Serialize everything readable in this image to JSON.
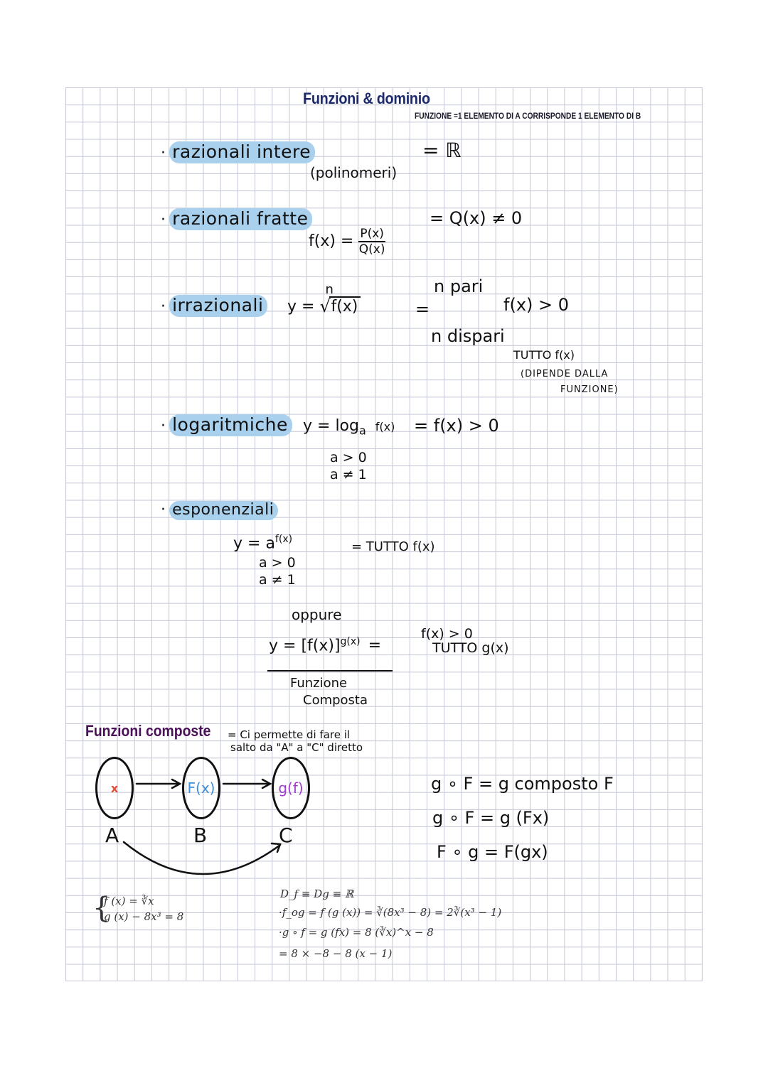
{
  "header": {
    "title": "Funzioni & dominio",
    "definition": "FUNZIONE =1 ELEMENTO DI A CORRISPONDE 1 ELEMENTO DI B"
  },
  "colors": {
    "highlight": "#a9d1ee",
    "title": "#1c2a6b",
    "composite_title": "#4a1058",
    "x_red": "#e0503a",
    "fx_blue": "#3a8ee0",
    "gf_purple": "#a23ad0",
    "grid": "#c4c7d6"
  },
  "sections": {
    "razionali_intere": {
      "label": "razionali intere",
      "note": "(polinomeri)",
      "domain": "= ℝ"
    },
    "razionali_fratte": {
      "label": "razionali fratte",
      "formula_lhs": "f(x) =",
      "numerator": "P(x)",
      "denominator": "Q(x)",
      "domain": "= Q(x) ≠ 0"
    },
    "irrazionali": {
      "label": "irrazionali",
      "formula_lhs": "y =",
      "root_index": "n",
      "radicand": "f(x)",
      "equals": "=",
      "case_even": "n pari",
      "case_even_cond": "f(x) > 0",
      "case_odd": "n dispari",
      "case_odd_cond": "TUTTO f(x)",
      "case_odd_note_1": "(DIPENDE DALLA",
      "case_odd_note_2": "FUNZIONE)"
    },
    "logaritmiche": {
      "label": "logaritmiche",
      "formula": "y = log",
      "base": "a",
      "argument": "f(x)",
      "domain": "= f(x) > 0",
      "cond_1": "a > 0",
      "cond_2": "a ≠ 1"
    },
    "esponenziali": {
      "label": "esponenziali",
      "formula": "y = a",
      "exponent": "f(x)",
      "cond_1": "a > 0",
      "cond_2": "a ≠ 1",
      "domain": "= TUTTO f(x)",
      "oppure": "oppure",
      "alt_formula": "y = [f(x)]",
      "alt_exponent": "g(x)",
      "alt_equals": "=",
      "alt_cond_1": "f(x) > 0",
      "alt_cond_2": "TUTTO g(x)",
      "caption_1": "Funzione",
      "caption_2": "Composta"
    }
  },
  "composite": {
    "title": "Funzioni composte",
    "desc_1": "= Ci permette di fare il",
    "desc_2": "salto da \"A\" a \"C\" diretto",
    "diagram": {
      "set_a_content": "x",
      "set_b_content": "F(x)",
      "set_c_content": "g(f)",
      "label_a": "A",
      "label_b": "B",
      "label_c": "C"
    },
    "notes": [
      "g ∘ F = g composto F",
      "g ∘ F = g (Fx)",
      "F ∘ g = F(gx)"
    ]
  },
  "example": {
    "system": [
      "f (x) = ∛x",
      "g (x) − 8x³ = 8"
    ],
    "lines": [
      "D_f ≡ Dg ≡ ℝ",
      "·f_og = f (g (x)) = ∛(8x³ − 8) = 2∛(x³ − 1)",
      "·g ∘ f = g (fx) = 8 (∛x)^x − 8",
      "= 8 × −8 − 8 (x − 1)"
    ]
  }
}
